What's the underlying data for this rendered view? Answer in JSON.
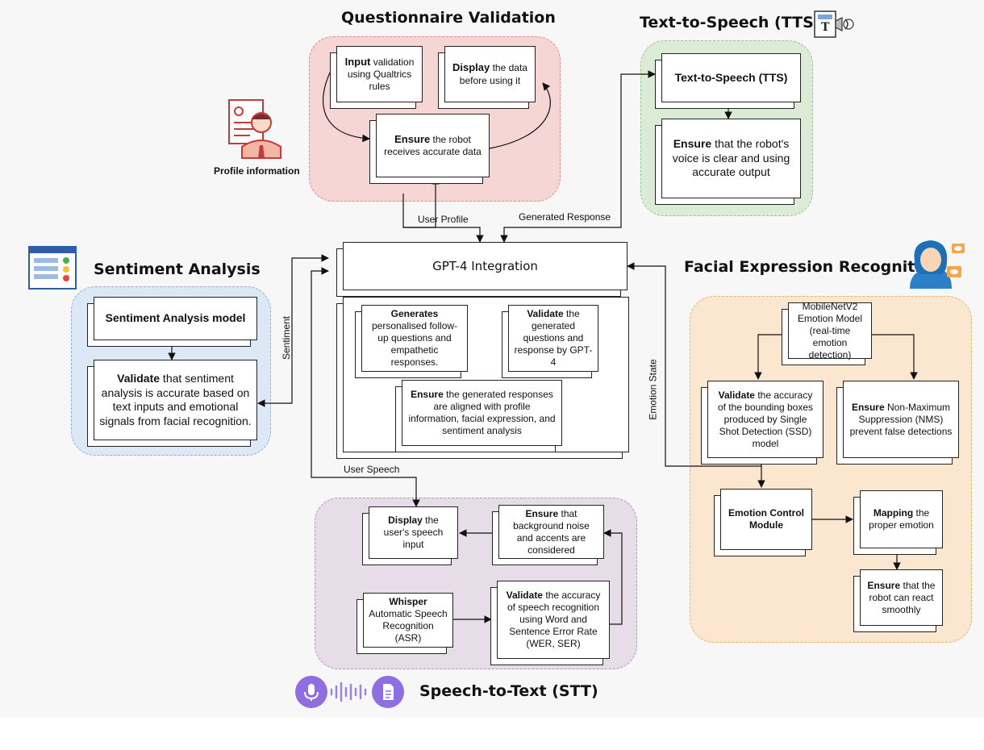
{
  "regions": {
    "questionnaire": {
      "title": "Questionnaire Validation",
      "color": "#f6d6d4",
      "border": "#e08a86"
    },
    "tts": {
      "title": "Text-to-Speech (TTS)",
      "color": "#dcebd6",
      "border": "#9cc38f"
    },
    "sentiment": {
      "title": "Sentiment Analysis",
      "color": "#dde8f6",
      "border": "#8fb0dc"
    },
    "facial": {
      "title": "Facial Expression Recognition",
      "color": "#fbe6cf",
      "border": "#e8b46f"
    },
    "stt": {
      "title": "Speech-to-Text (STT)",
      "color": "#e6dde9",
      "border": "#b09ab8"
    }
  },
  "profile_label": "Profile information",
  "boxes": {
    "q_input": {
      "bold": "Input",
      "text": " validation using Qualtrics rules"
    },
    "q_display": {
      "bold": "Display",
      "text": " the data before using it"
    },
    "q_ensure": {
      "bold": "Ensure",
      "text": " the robot receives accurate data"
    },
    "tts_main": {
      "bold": "Text-to-Speech (TTS)",
      "text": ""
    },
    "tts_ensure": {
      "bold": "Ensure",
      "text": " that the robot's voice is clear and using accurate output"
    },
    "sa_model": {
      "bold": "Sentiment Analysis model",
      "text": ""
    },
    "sa_validate": {
      "bold": "Validate",
      "text": " that sentiment analysis is accurate based on text inputs and emotional signals from facial recognition."
    },
    "gpt_title": {
      "text": "GPT-4 Integration"
    },
    "gpt_generates": {
      "bold": "Generates",
      "text": "personalised follow-up questions and empathetic responses."
    },
    "gpt_validate": {
      "bold": "Validate",
      "text": " the generated questions and response by GPT-4"
    },
    "gpt_ensure": {
      "bold": "Ensure",
      "text": " the generated responses are aligned with profile information, facial expression, and sentiment analysis"
    },
    "fe_mobilenet": {
      "text": "MobileNetV2 Emotion Model (real-time emotion detection)"
    },
    "fe_validate": {
      "bold": "Validate",
      "text": " the accuracy of the bounding boxes produced by Single Shot Detection (SSD) model"
    },
    "fe_nms": {
      "bold": "Ensure",
      "text": " Non-Maximum Suppression (NMS) prevent false detections"
    },
    "fe_ecm": {
      "bold": "Emotion Control Module",
      "text": ""
    },
    "fe_mapping": {
      "bold": "Mapping",
      "text": " the proper emotion"
    },
    "fe_react": {
      "bold": "Ensure",
      "text": " that the robot can react smoothly"
    },
    "stt_display": {
      "bold": "Display",
      "text": " the user's speech input"
    },
    "stt_noise": {
      "bold": "Ensure",
      "text": " that background noise and accents are considered"
    },
    "stt_whisper": {
      "bold": "Whisper",
      "text": " Automatic Speech Recognition (ASR)"
    },
    "stt_validate": {
      "bold": "Validate",
      "text": " the accuracy of speech recognition using Word and Sentence Error Rate (WER, SER)"
    }
  },
  "edge_labels": {
    "user_profile": "User Profile",
    "generated_response": "Generated Response",
    "sentiment": "Sentiment",
    "emotion_state": "Emotion State",
    "user_speech": "User Speech"
  }
}
